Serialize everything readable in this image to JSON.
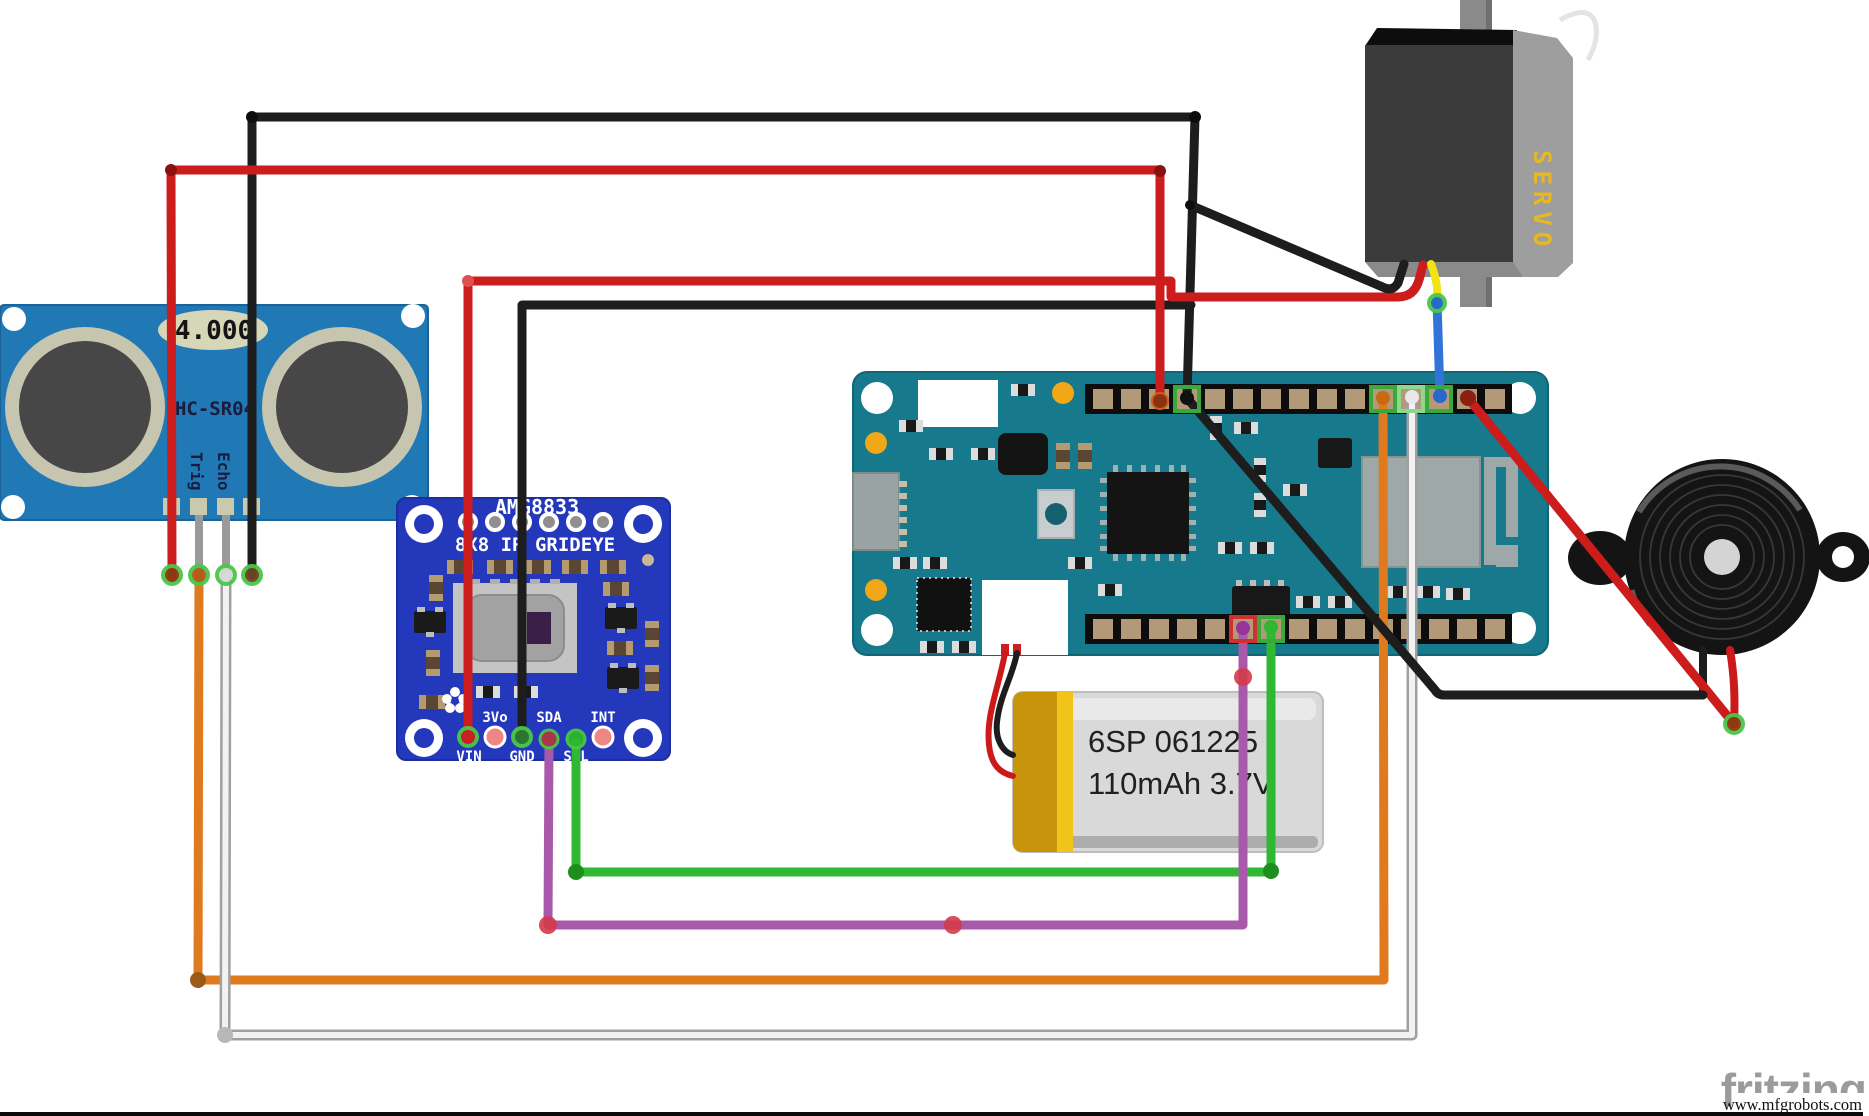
{
  "components": {
    "ultrasonic": {
      "name": "HC-SR04",
      "crystal": "4.000",
      "pin_trig": "Trig",
      "pin_echo": "Echo"
    },
    "ir_camera": {
      "title": "AMG8833",
      "subtitle": "8X8 IR GRIDEYE",
      "pins_top": [
        "3Vo",
        "SDA",
        "INT"
      ],
      "pins_bottom": [
        "VIN",
        "GND",
        "SCL"
      ]
    },
    "servo": {
      "label": "SERVO"
    },
    "battery": {
      "line1": "6SP 061225",
      "line2": "110mAh 3.7V"
    },
    "buzzer": {
      "type": "piezo-buzzer"
    },
    "mkr_board": {
      "type": "arduino-mkr1000"
    }
  },
  "footer": {
    "watermark": "fritzing",
    "site": "www.mfgrobots.com"
  },
  "colors": {
    "wire_red": "#cd1c1c",
    "wire_dark": "#1d1d1d",
    "wire_orange": "#e07a1f",
    "wire_white": "#f2f2f2",
    "wire_green": "#31b832",
    "wire_purple": "#a959a9",
    "wire_blue": "#3273d8",
    "wire_yellow": "#f2e315",
    "wire_gray": "#9a9a9a",
    "hcsr04_board": "#2079b5",
    "amg_board": "#2438bc",
    "mkr_board": "#17798c",
    "battery_body": "#d9d9d9",
    "battery_gold": "#c8940c",
    "battery_stripe": "#f0c419",
    "servo_body": "#3b3b3b",
    "servo_panel": "#9e9e9e",
    "buzzer_black": "#141414"
  }
}
